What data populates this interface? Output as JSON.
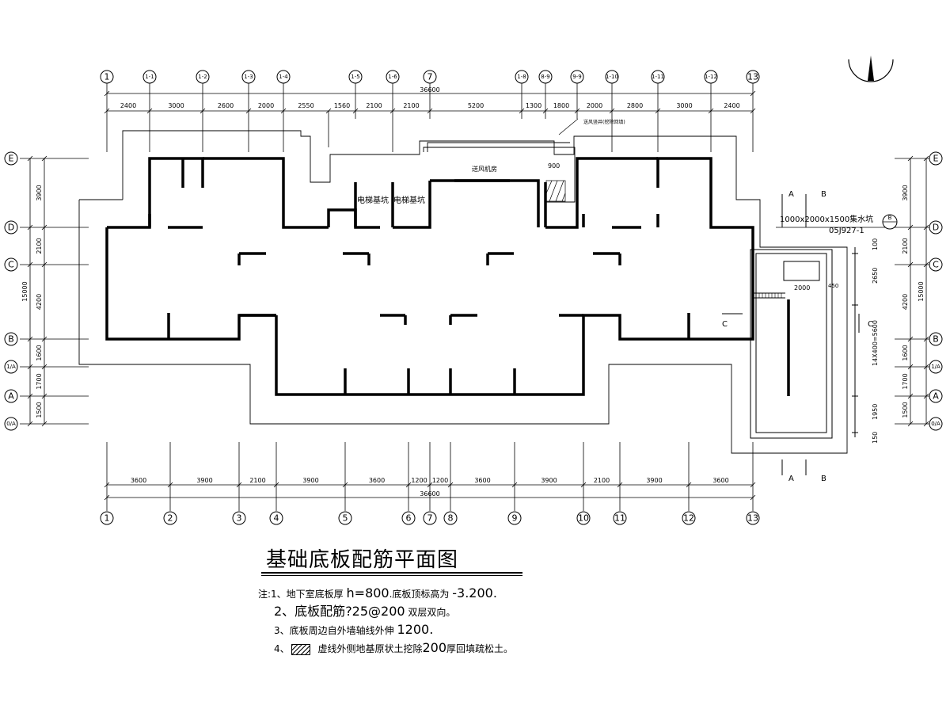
{
  "title": "基础底板配筋平面图",
  "notes": {
    "prefix": "注:",
    "n1_a": "1、地下室底板厚",
    "n1_b": "h=800",
    "n1_c": ".底板顶标高为",
    "n1_d": "-3.200.",
    "n2_a": "2、底板配筋",
    "n2_b": "?25@200",
    "n2_c": "双层双向。",
    "n3_a": "3、底板周边自外墙轴线外伸",
    "n3_b": "1200.",
    "n4_a": "4、",
    "n4_b": "虚线外侧地基原状土挖除",
    "n4_c": "200",
    "n4_d": "厚回填疏松土。"
  },
  "top_axes": [
    "1",
    "1-1",
    "1-2",
    "1-3",
    "1-4",
    "1-5",
    "1-6",
    "7",
    "1-8",
    "8-9",
    "9-9",
    "1-10",
    "1-11",
    "1-12",
    "13"
  ],
  "bottom_axes": [
    "1",
    "2",
    "3",
    "4",
    "5",
    "6",
    "7",
    "8",
    "9",
    "10",
    "11",
    "12",
    "13"
  ],
  "side_axes": [
    "E",
    "D",
    "C",
    "B",
    "1/A",
    "A",
    "0/A"
  ],
  "top_dims": [
    "2400",
    "3000",
    "2600",
    "2000",
    "2550",
    "1560",
    "2100",
    "2100",
    "5200",
    "1300",
    "1800",
    "2000",
    "2800",
    "3000",
    "2400"
  ],
  "top_total": "36600",
  "bottom_dims": [
    "3600",
    "3900",
    "2100",
    "3900",
    "3600",
    "1200",
    "1200",
    "3600",
    "3900",
    "2100",
    "3900",
    "3600"
  ],
  "bottom_total": "36600",
  "left_dims": [
    "3900",
    "2100",
    "4200",
    "1600",
    "1700",
    "1500"
  ],
  "left_total": "15000",
  "right_dims": [
    "3900",
    "2100",
    "4200",
    "1600",
    "1700",
    "1500"
  ],
  "right_total": "15000",
  "pit_dims": [
    "100",
    "2650",
    "14X400=5600",
    "1950",
    "150"
  ],
  "labels": {
    "elevator_pit_1": "电梯基坑",
    "elevator_pit_2": "电梯基坑",
    "fan_room": "送风机房",
    "top_note": "送风竖井(挖除回填)",
    "dim_900": "900",
    "sump": "1000x2000x1500集水坑",
    "sump_ref": "05J927-1",
    "dim_2000": "2000",
    "dim_450": "450",
    "sec_a": "A",
    "sec_b": "B",
    "sec_c": "C",
    "ref_bubble": "B"
  }
}
